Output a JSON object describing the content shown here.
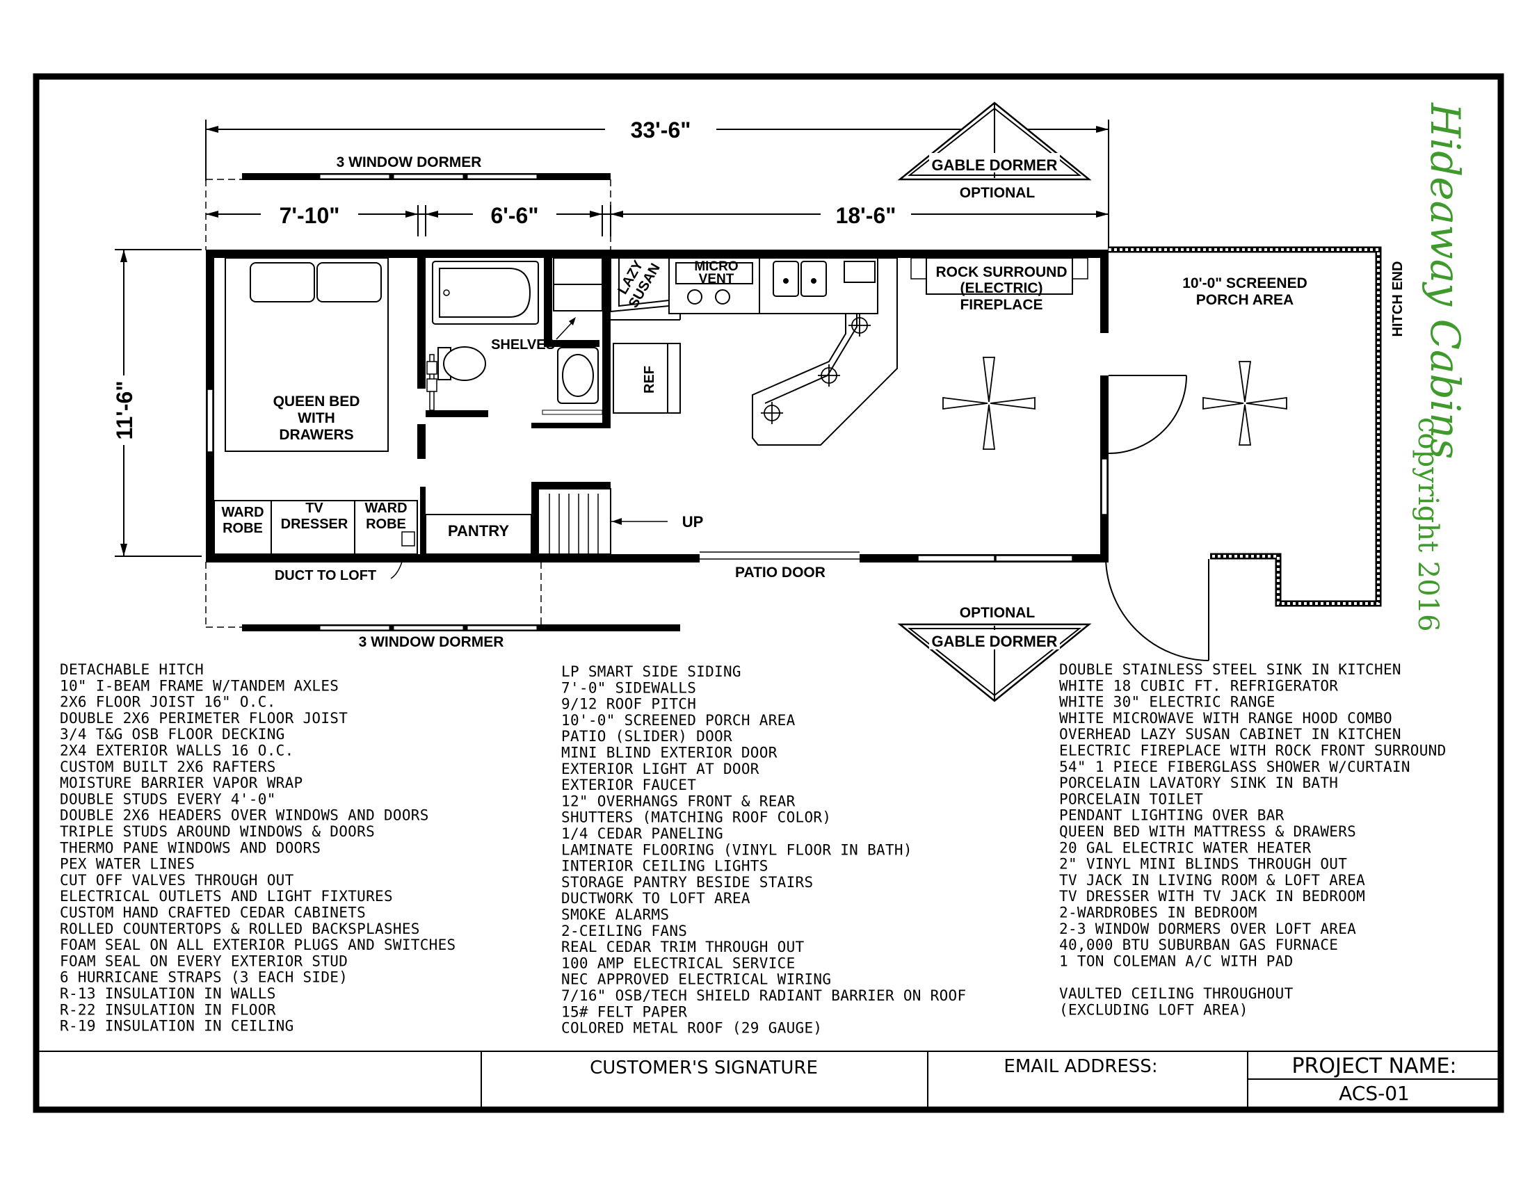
{
  "brand": {
    "name": "Hideaway Cabins",
    "copyright": "copyright 2016",
    "color": "#3f9a2c"
  },
  "dimensions": {
    "overall_length": "33'-6\"",
    "bedroom_width": "7'-10\"",
    "bath_width": "6'-6\"",
    "living_width": "18'-6\"",
    "depth": "11'-6\""
  },
  "labels": {
    "dormer_top": "3 WINDOW DORMER",
    "dormer_bottom": "3 WINDOW DORMER",
    "gable_top": "GABLE DORMER",
    "gable_top_optional": "OPTIONAL",
    "gable_bottom": "GABLE DORMER",
    "gable_bottom_optional": "OPTIONAL",
    "queen_bed": [
      "QUEEN BED",
      "WITH",
      "DRAWERS"
    ],
    "ward_robe_1": [
      "WARD",
      "ROBE"
    ],
    "tv_dresser": [
      "TV",
      "DRESSER"
    ],
    "ward_robe_2": [
      "WARD",
      "ROBE"
    ],
    "duct": "DUCT TO LOFT",
    "pantry": "PANTRY",
    "shelves": "SHELVES",
    "up": "UP",
    "lazy_susan": [
      "LAZY",
      "SUSAN"
    ],
    "micro_vent": [
      "MICRO",
      "VENT"
    ],
    "ref": "REF",
    "fireplace": [
      "ROCK SURROUND",
      "(ELECTRIC)",
      "FIREPLACE"
    ],
    "porch": [
      "10'-0\" SCREENED",
      "PORCH AREA"
    ],
    "hitch_end": "HITCH END",
    "patio_door": "PATIO DOOR"
  },
  "specs": {
    "col1": [
      "DETACHABLE HITCH",
      "10\" I-BEAM FRAME W/TANDEM AXLES",
      "2X6 FLOOR JOIST 16\" O.C.",
      "DOUBLE 2X6 PERIMETER FLOOR JOIST",
      "3/4 T&G OSB FLOOR DECKING",
      "2X4 EXTERIOR WALLS 16 O.C.",
      "CUSTOM BUILT 2X6 RAFTERS",
      "MOISTURE BARRIER VAPOR WRAP",
      "DOUBLE STUDS EVERY 4'-0\"",
      "DOUBLE 2X6 HEADERS OVER WINDOWS AND DOORS",
      "TRIPLE STUDS AROUND WINDOWS & DOORS",
      "THERMO PANE WINDOWS AND DOORS",
      "PEX WATER LINES",
      "CUT OFF VALVES THROUGH OUT",
      "ELECTRICAL OUTLETS AND LIGHT FIXTURES",
      "CUSTOM HAND CRAFTED CEDAR CABINETS",
      "ROLLED COUNTERTOPS & ROLLED BACKSPLASHES",
      "FOAM SEAL ON ALL EXTERIOR PLUGS AND SWITCHES",
      "FOAM SEAL ON EVERY EXTERIOR STUD",
      "6 HURRICANE STRAPS (3 EACH SIDE)",
      "R-13 INSULATION IN WALLS",
      "R-22 INSULATION IN FLOOR",
      "R-19 INSULATION IN CEILING"
    ],
    "col2": [
      "LP SMART SIDE SIDING",
      "7'-0\" SIDEWALLS",
      "9/12 ROOF PITCH",
      "10'-0\" SCREENED PORCH AREA",
      "PATIO (SLIDER) DOOR",
      "MINI BLIND EXTERIOR DOOR",
      "EXTERIOR LIGHT AT DOOR",
      "EXTERIOR FAUCET",
      "12\" OVERHANGS FRONT & REAR",
      "SHUTTERS (MATCHING ROOF COLOR)",
      "1/4 CEDAR PANELING",
      "LAMINATE FLOORING (VINYL FLOOR IN BATH)",
      "INTERIOR CEILING LIGHTS",
      "STORAGE PANTRY BESIDE STAIRS",
      "DUCTWORK TO LOFT AREA",
      "SMOKE ALARMS",
      "2-CEILING FANS",
      "REAL CEDAR TRIM THROUGH OUT",
      "100 AMP ELECTRICAL SERVICE",
      "NEC APPROVED ELECTRICAL WIRING",
      "7/16\" OSB/TECH SHIELD RADIANT BARRIER ON ROOF",
      "15# FELT PAPER",
      "COLORED METAL ROOF (29 GAUGE)"
    ],
    "col3": [
      "DOUBLE STAINLESS STEEL SINK IN KITCHEN",
      "WHITE 18 CUBIC FT. REFRIGERATOR",
      "WHITE 30\" ELECTRIC RANGE",
      "WHITE MICROWAVE WITH RANGE HOOD COMBO",
      "OVERHEAD LAZY SUSAN CABINET IN KITCHEN",
      "ELECTRIC FIREPLACE WITH ROCK FRONT SURROUND",
      "54\" 1 PIECE FIBERGLASS SHOWER W/CURTAIN",
      "PORCELAIN LAVATORY SINK IN BATH",
      "PORCELAIN TOILET",
      "PENDANT LIGHTING OVER BAR",
      "QUEEN BED WITH MATTRESS & DRAWERS",
      "20 GAL ELECTRIC WATER HEATER",
      "2\" VINYL MINI BLINDS THROUGH OUT",
      "TV JACK IN LIVING ROOM & LOFT AREA",
      "TV DRESSER WITH TV JACK IN BEDROOM",
      "2-WARDROBES IN BEDROOM",
      "2-3 WINDOW DORMERS OVER LOFT AREA",
      "40,000 BTU SUBURBAN GAS FURNACE",
      "1 TON COLEMAN A/C WITH PAD",
      "",
      "VAULTED CEILING THROUGHOUT",
      "(EXCLUDING LOFT AREA)"
    ]
  },
  "title_block": {
    "signature": "CUSTOMER'S SIGNATURE",
    "email": "EMAIL ADDRESS:",
    "project_label": "PROJECT NAME:",
    "project_value": "ACS-01"
  }
}
